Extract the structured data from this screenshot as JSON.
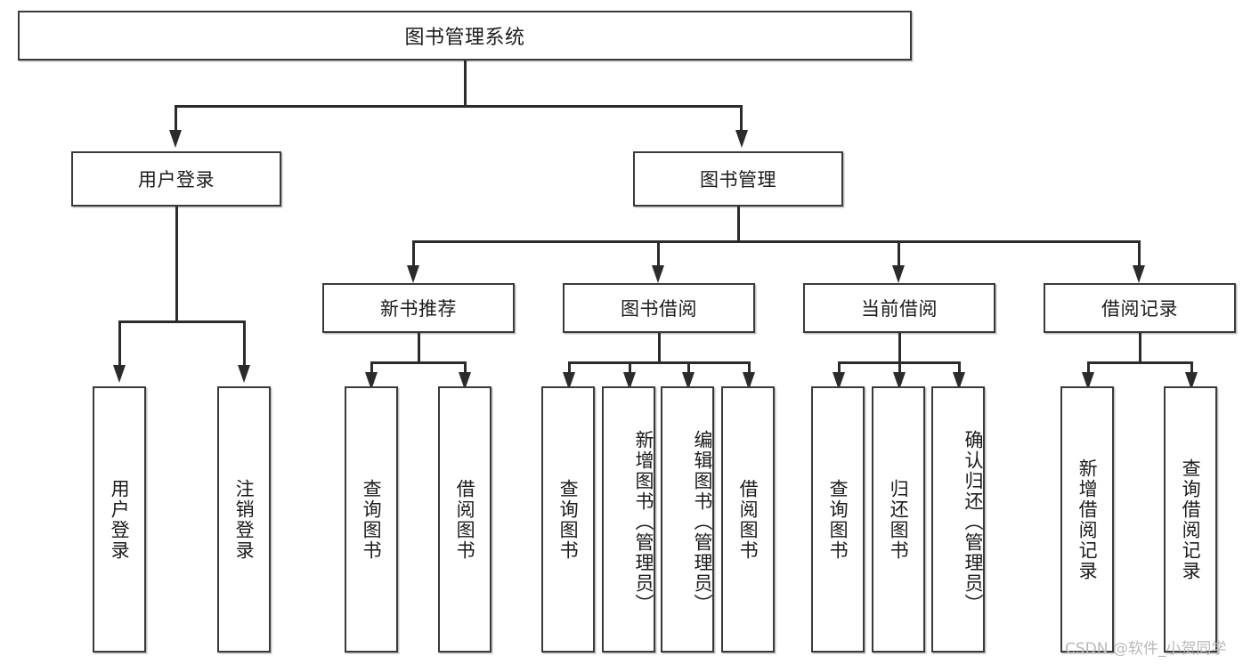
{
  "diagram": {
    "title": "图书管理系统",
    "type": "tree-hierarchy-chart",
    "watermark": "CSDN @软件_小贺同学",
    "colors": {
      "box_border": "#3a3a3a",
      "connector": "#2b2b2b",
      "text": "#1b1b1b",
      "background": "#ffffff",
      "watermark": "#b9b9b9"
    },
    "levels": {
      "level0": {
        "root_label": "图书管理系统"
      },
      "level1": [
        {
          "label": "用户登录"
        },
        {
          "label": "图书管理"
        }
      ],
      "level2": [
        {
          "label": "新书推荐"
        },
        {
          "label": "图书借阅"
        },
        {
          "label": "当前借阅"
        },
        {
          "label": "借阅记录"
        }
      ],
      "leaves": {
        "user_login": [
          {
            "label": "用户登录"
          },
          {
            "label": "注销登录"
          }
        ],
        "new_book_recommend": [
          {
            "label": "查询图书"
          },
          {
            "label": "借阅图书"
          }
        ],
        "book_borrow": [
          {
            "label": "查询图书"
          },
          {
            "label": "新增图书（管理员）"
          },
          {
            "label": "编辑图书（管理员）"
          },
          {
            "label": "借阅图书"
          }
        ],
        "current_borrow": [
          {
            "label": "查询图书"
          },
          {
            "label": "归还图书"
          },
          {
            "label": "确认归还（管理员）"
          }
        ],
        "borrow_record": [
          {
            "label": "新增借阅记录"
          },
          {
            "label": "查询借阅记录"
          }
        ]
      }
    }
  }
}
